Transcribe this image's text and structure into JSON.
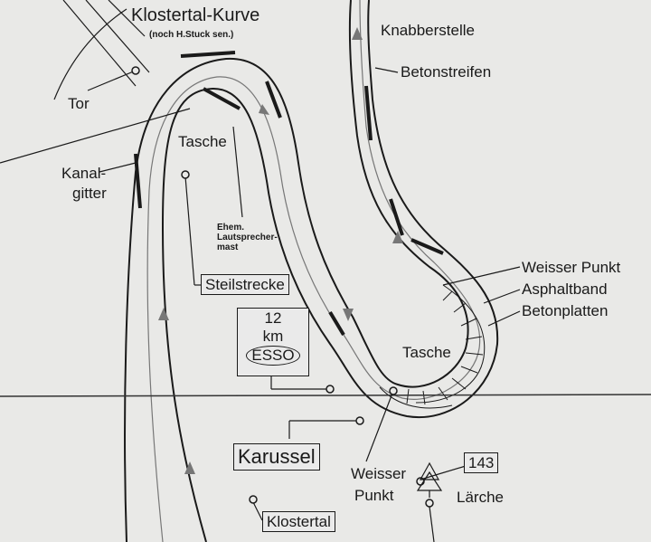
{
  "title": "Klostertal-Kurve",
  "subtitle": "(noch H.Stuck sen.)",
  "labels": {
    "tor": "Tor",
    "kanalgitter_1": "Kanal-",
    "kanalgitter_2": "gitter",
    "tasche_top": "Tasche",
    "lautsprecher_1": "Ehem.",
    "lautsprecher_2": "Lautsprecher-",
    "lautsprecher_3": "mast",
    "steilstrecke": "Steilstrecke",
    "km_1": "12",
    "km_2": "km",
    "esso": "ESSO",
    "knabberstelle": "Knabberstelle",
    "betonstreifen": "Betonstreifen",
    "weisser_punkt_right": "Weisser Punkt",
    "asphaltband": "Asphaltband",
    "betonplatten": "Betonplatten",
    "tasche_bottom": "Tasche",
    "karussell": "Karussel",
    "weisser_punkt_bottom_1": "Weisser",
    "weisser_punkt_bottom_2": "Punkt",
    "marker_143": "143",
    "laerche": "Lärche",
    "klostertal": "Klostertal"
  },
  "colors": {
    "ink": "#1a1a1a",
    "paper": "#e9e9e7",
    "arrow": "#777777"
  }
}
